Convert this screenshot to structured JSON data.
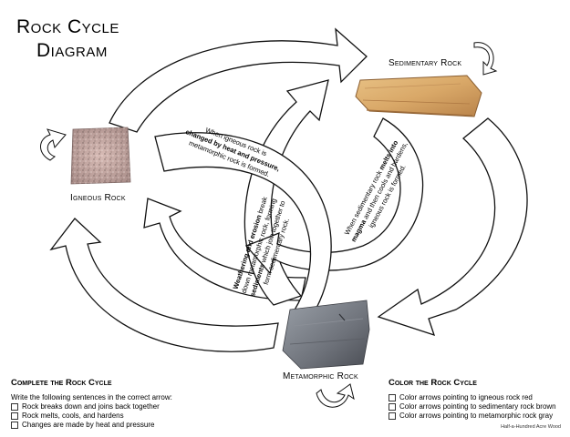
{
  "title": {
    "line1": "Rock Cycle",
    "line2": "Diagram"
  },
  "rocks": {
    "sedimentary": {
      "label": "Sedimentary Rock",
      "color": "#d9a868"
    },
    "igneous": {
      "label": "Igneous Rock",
      "color": "#c9a8a4"
    },
    "metamorphic": {
      "label": "Metamorphic Rock",
      "color": "#7b7f86"
    }
  },
  "arrow_texts": {
    "igneous_to_metamorphic": {
      "line1": "When igneous rock is",
      "line2_bold": "changed by heat and pressure,",
      "line3": "metamorphic rock is formed."
    },
    "metamorphic_to_sedimentary": {
      "line1_bold": "Weathering and erosion",
      "line1_rest": " break",
      "line2": "down metamorphic rock, forming",
      "line3_bold": "sediments",
      "line3_rest": " which join together to",
      "line4": "form sedimentary rock."
    },
    "sedimentary_to_igneous": {
      "line1_pre": "When sedimentary rock ",
      "line1_bold": "melts into",
      "line2_bold": "magma",
      "line2_rest": " and then cools and hardens,",
      "line3": "igneous rock is formed."
    }
  },
  "complete": {
    "heading": "Complete the Rock Cycle",
    "instruction": "Write the following sentences in the correct arrow:",
    "items": [
      "Rock breaks down and joins back together",
      "Rock melts, cools, and hardens",
      "Changes are made by heat and pressure"
    ]
  },
  "color": {
    "heading": "Color the Rock Cycle",
    "items": [
      "Color arrows pointing to igneous rock red",
      "Color arrows pointing to sedimentary rock brown",
      "Color arrows pointing to metamorphic rock gray"
    ]
  },
  "credit": "Half-a-Hundred Acre Wood",
  "icons": [
    "cycle-arrow-icon"
  ]
}
